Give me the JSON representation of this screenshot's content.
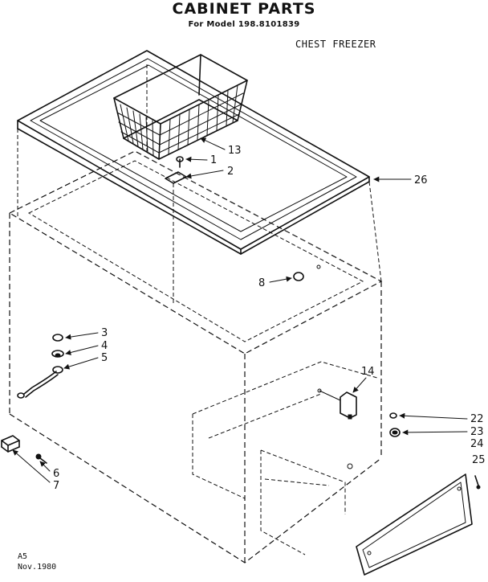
{
  "header": {
    "title": "CABINET PARTS",
    "subtitle": "For Model 198.8101839",
    "note": "CHEST FREEZER"
  },
  "footer": {
    "line1": "A5",
    "line2": "Nov.1980"
  },
  "callouts": {
    "p13": "13",
    "p1": "1",
    "p2": "2",
    "p26": "26",
    "p8": "8",
    "p3": "3",
    "p4": "4",
    "p5": "5",
    "p14": "14",
    "p22": "22",
    "p23": "23",
    "p24": "24",
    "p25": "25",
    "p6": "6",
    "p7": "7"
  }
}
